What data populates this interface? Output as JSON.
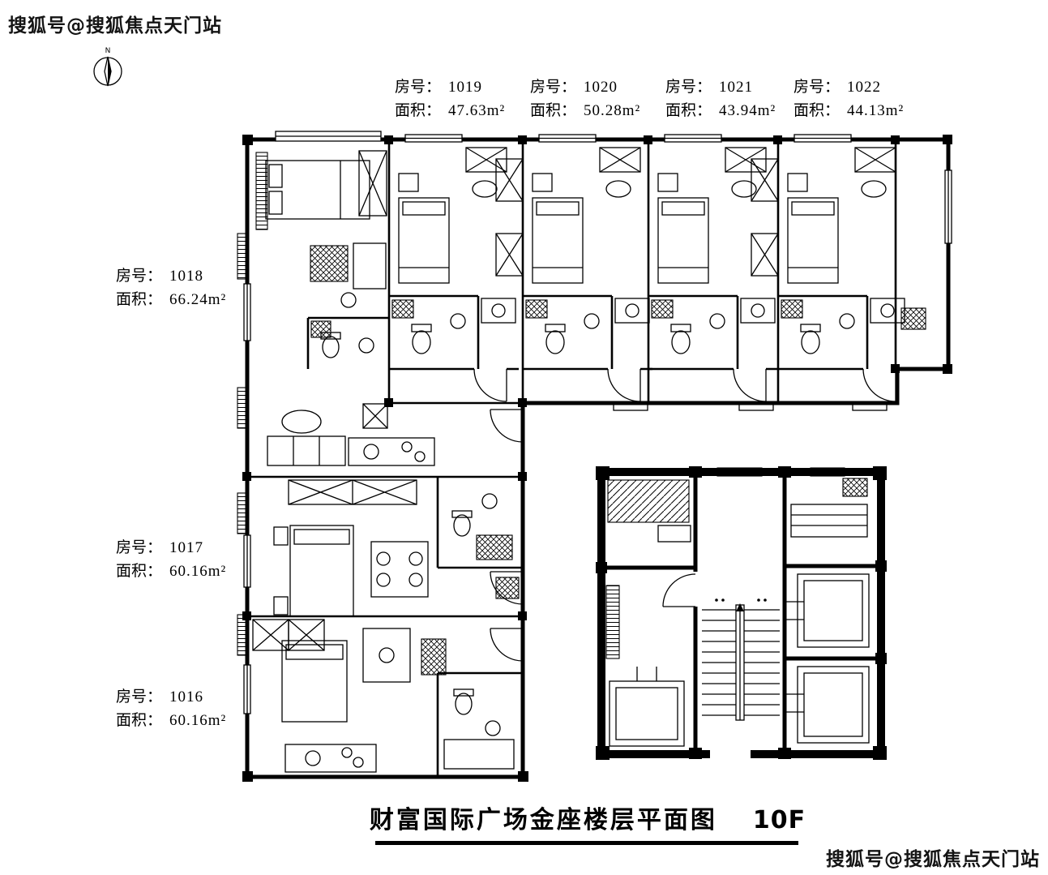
{
  "watermarks": {
    "top_left": "搜狐号@搜狐焦点天门站",
    "bottom_right": "搜狐号@搜狐焦点天门站"
  },
  "compass": {
    "north_label": "N"
  },
  "labels": {
    "room_prefix": "房号：",
    "area_prefix": "面积："
  },
  "units": [
    {
      "room_no": "1019",
      "area": "47.63m²"
    },
    {
      "room_no": "1020",
      "area": "50.28m²"
    },
    {
      "room_no": "1021",
      "area": "43.94m²"
    },
    {
      "room_no": "1022",
      "area": "44.13m²"
    },
    {
      "room_no": "1018",
      "area": "66.24m²"
    },
    {
      "room_no": "1017",
      "area": "60.16m²"
    },
    {
      "room_no": "1016",
      "area": "60.16m²"
    }
  ],
  "title": {
    "text": "财富国际广场金座楼层平面图",
    "floor": "10F"
  }
}
